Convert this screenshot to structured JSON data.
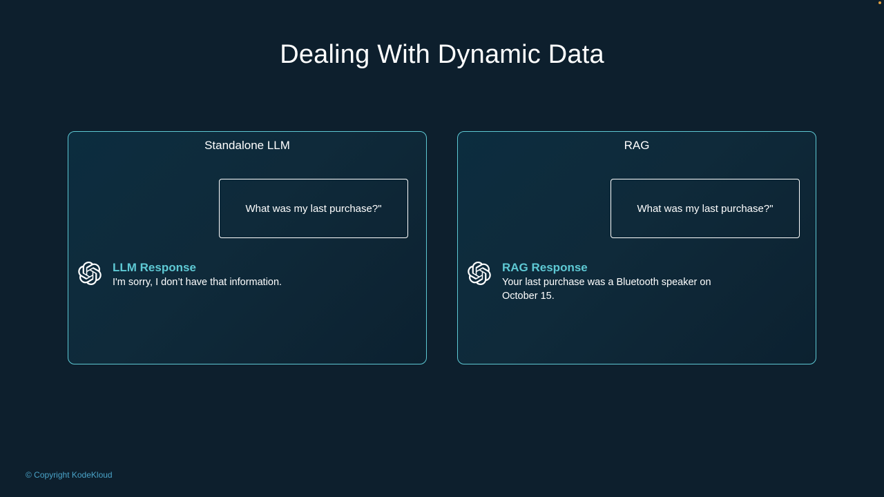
{
  "slide": {
    "title": "Dealing With Dynamic Data"
  },
  "panels": [
    {
      "title": "Standalone LLM",
      "query": "What was my last purchase?\"",
      "response_label": "LLM Response",
      "response_body": "I'm sorry, I don’t have that information.",
      "icon": "openai-logo-icon"
    },
    {
      "title": "RAG",
      "query": "What was my last purchase?\"",
      "response_label": "RAG Response",
      "response_body": "Your last purchase was a Bluetooth speaker on October 15.",
      "icon": "openai-logo-icon"
    }
  ],
  "footer": {
    "copyright": "© Copyright KodeKloud"
  },
  "colors": {
    "background": "#0d1f2d",
    "accent": "#5ec9d4",
    "copyright": "#4aa3c8"
  }
}
